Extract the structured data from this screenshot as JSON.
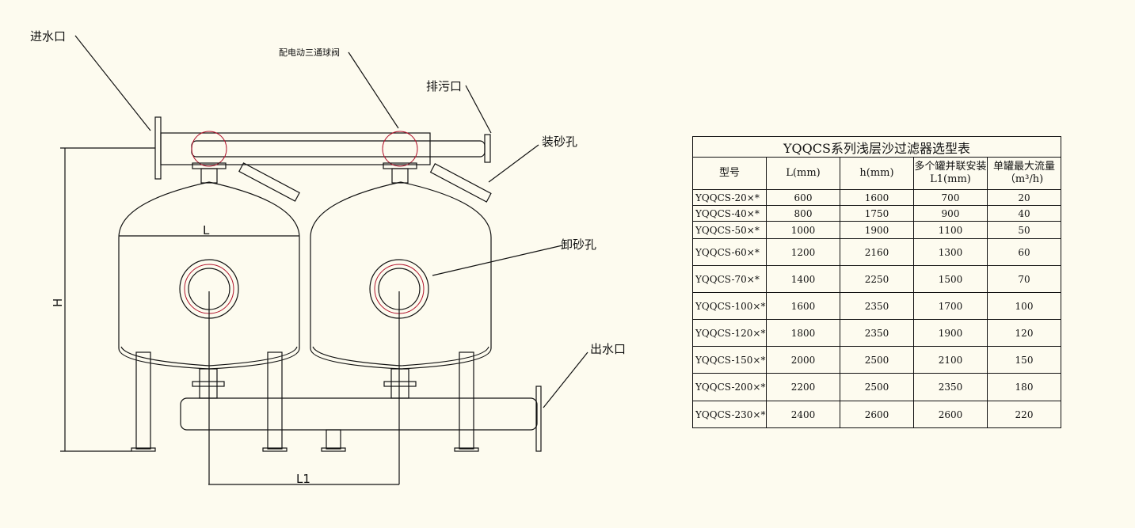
{
  "labels": {
    "inlet": "进水口",
    "valve": "配电动三通球阀",
    "drain": "排污口",
    "sand_fill": "装砂孔",
    "sand_unload": "卸砂孔",
    "outlet": "出水口",
    "dim_L": "L",
    "dim_H": "H",
    "dim_L1": "L1"
  },
  "table": {
    "title": "YQQCS系列浅层沙过滤器选型表",
    "headers": [
      "型号",
      "L(mm)",
      "h(mm)",
      "多个罐并联安装L1(mm)",
      "单罐最大流量（m³/h)"
    ],
    "rows": [
      [
        "YQQCS-20×*",
        "600",
        "1600",
        "700",
        "20"
      ],
      [
        "YQQCS-40×*",
        "800",
        "1750",
        "900",
        "40"
      ],
      [
        "YQQCS-50×*",
        "1000",
        "1900",
        "1100",
        "50"
      ],
      [
        "YQQCS-60×*",
        "1200",
        "2160",
        "1300",
        "60"
      ],
      [
        "YQQCS-70×*",
        "1400",
        "2250",
        "1500",
        "70"
      ],
      [
        "YQQCS-100×*",
        "1600",
        "2350",
        "1700",
        "100"
      ],
      [
        "YQQCS-120×*",
        "1800",
        "2350",
        "1900",
        "120"
      ],
      [
        "YQQCS-150×*",
        "2000",
        "2500",
        "2100",
        "150"
      ],
      [
        "YQQCS-200×*",
        "2200",
        "2500",
        "2350",
        "180"
      ],
      [
        "YQQCS-230×*",
        "2400",
        "2600",
        "2600",
        "220"
      ]
    ]
  }
}
